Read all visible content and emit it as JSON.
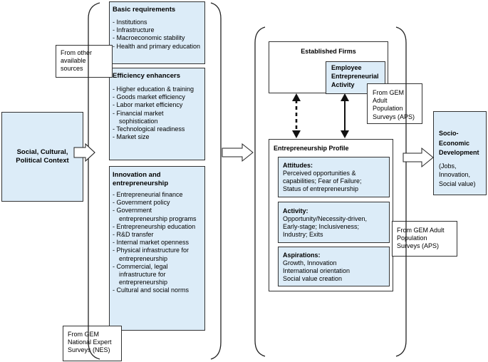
{
  "context": {
    "title": "Social, Cultural,\nPolitical Context"
  },
  "basic_requirements": {
    "title": "Basic requirements",
    "items": [
      "Institutions",
      "Infrastructure",
      "Macroeconomic stability",
      "Health and primary education"
    ]
  },
  "efficiency_enhancers": {
    "title": "Efficiency enhancers",
    "items": [
      "Higher education & training",
      "Goods market efficiency",
      "Labor market efficiency",
      "Financial market sophistication",
      "Technological readiness",
      "Market size"
    ]
  },
  "innovation": {
    "title": "Innovation and\nentrepreneurship",
    "items": [
      "Entrepreneurial finance",
      "Government  policy",
      "Government entrepreneurship programs",
      "Entrepreneurship education",
      "R&D transfer",
      "Internal market openness",
      "Physical  infrastructure for entrepreneurship",
      "Commercial, legal infrastructure for entrepreneurship",
      "Cultural and  social norms"
    ]
  },
  "notes": {
    "other_sources": "From other\navailable\nsources",
    "nes": "From GEM\nNational Expert\nSurveys (NES)",
    "aps_top": "From GEM\nAdult\nPopulation\nSurveys (APS)",
    "aps_right": "From GEM Adult\nPopulation\nSurveys (APS)"
  },
  "established_firms": {
    "title": "Established Firms",
    "employee_activity": "Employee\nEntrepreneurial\nActivity"
  },
  "profile": {
    "title": "Entrepreneurship Profile",
    "attitudes": {
      "title": "Attitudes:",
      "text": "Perceived opportunities &\ncapabilities; Fear of Failure;\nStatus of entrepreneurship"
    },
    "activity": {
      "title": "Activity:",
      "text": "Opportunity/Necessity-driven,\nEarly-stage; Inclusiveness;\nIndustry; Exits"
    },
    "aspirations": {
      "title": "Aspirations:",
      "text": "Growth, Innovation\nInternational orientation\nSocial value creation"
    }
  },
  "socio": {
    "title": "Socio-\nEconomic\nDevelopment",
    "text": "(Jobs,\nInnovation,\nSocial value)"
  }
}
